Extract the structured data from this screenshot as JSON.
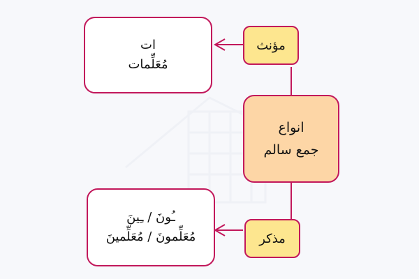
{
  "colors": {
    "border": "#c2185b",
    "label_fill": "#fde68f",
    "center_fill": "#fdd6a6",
    "result_fill": "#ffffff",
    "background": "#f7f8fb"
  },
  "center": {
    "line1": "انواع",
    "line2": "جمع سالم"
  },
  "branches": {
    "feminine": {
      "label": "مؤنث",
      "result_line1": "ات",
      "result_line2": "مُعَلِّمات"
    },
    "masculine": {
      "label": "مذکر",
      "result_line1": "ـُونَ / ـِینَ",
      "result_line2": "مُعَلِّمونَ / مُعَلِّمینَ"
    }
  }
}
